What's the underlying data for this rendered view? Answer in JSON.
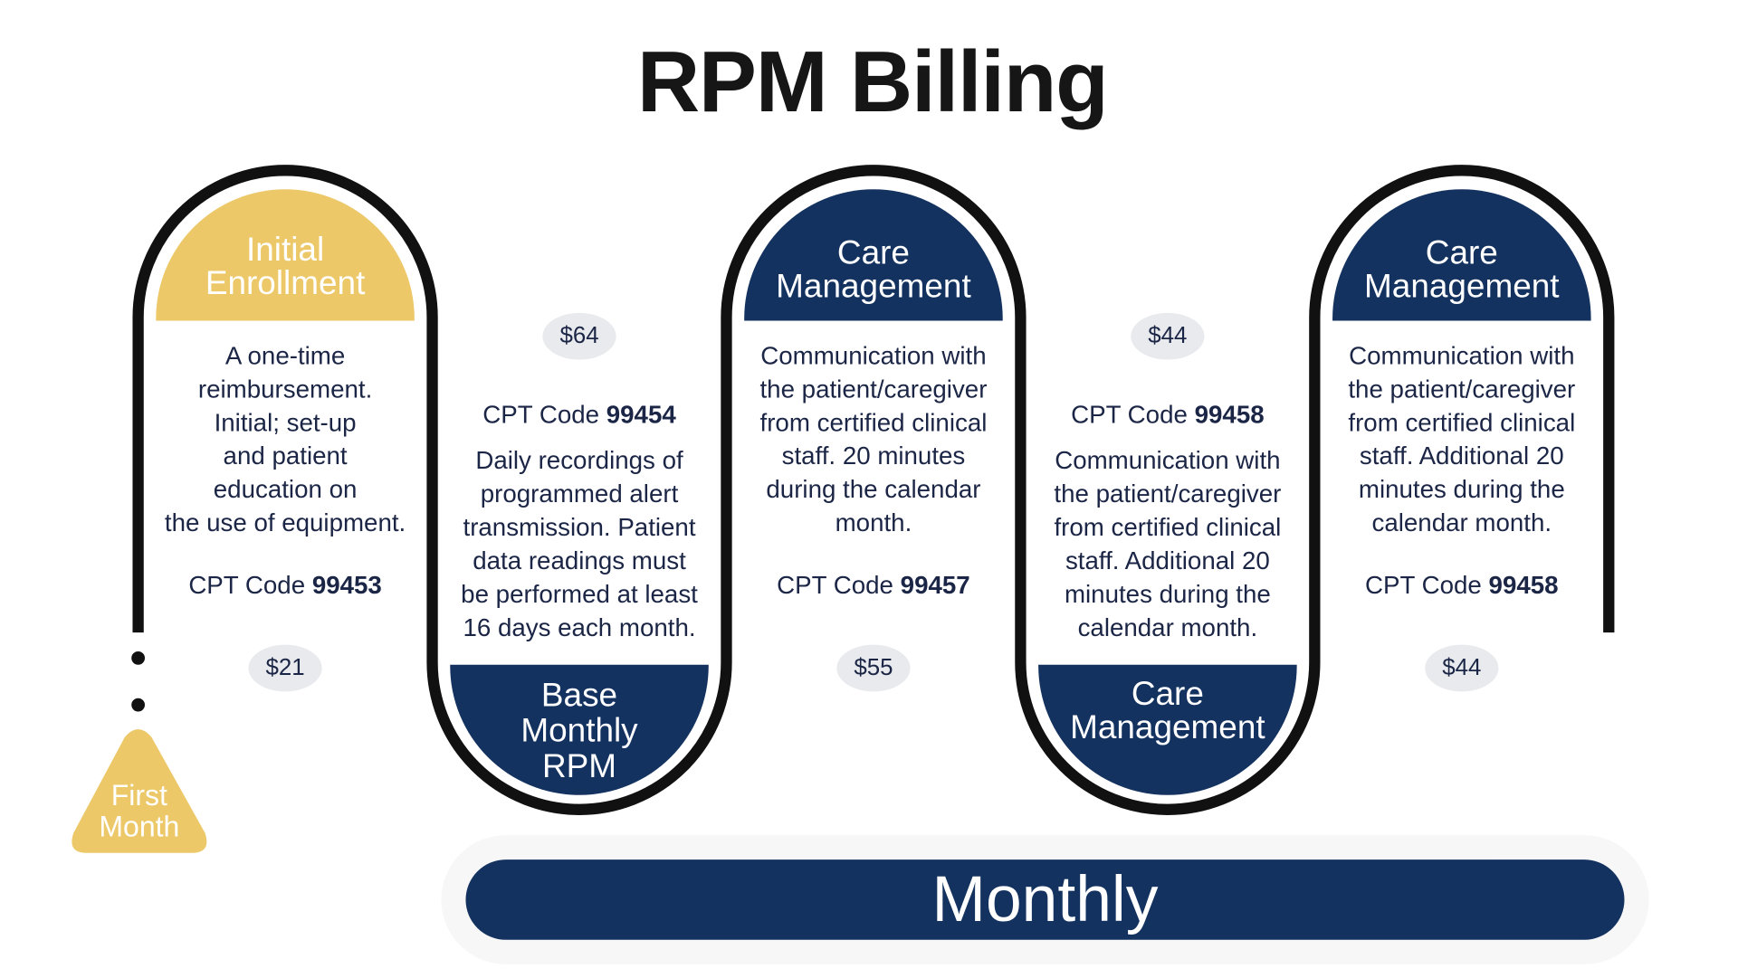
{
  "title": "RPM Billing",
  "colors": {
    "navy": "#13325f",
    "gold": "#ecc869",
    "outline": "#111111",
    "pill": "#e8eaed"
  },
  "first_month": {
    "line1": "First",
    "line2": "Month"
  },
  "monthly_label": "Monthly",
  "steps": [
    {
      "cap": [
        "Initial",
        "Enrollment"
      ],
      "body": [
        "A one-time",
        "reimbursement.",
        "Initial; set-up",
        "and patient",
        "education on",
        "the use of equipment."
      ],
      "cpt_prefix": "CPT Code",
      "cpt_code": "99453",
      "price": "$21"
    },
    {
      "cap": [
        "Base",
        "Monthly",
        "RPM"
      ],
      "body": [
        "Daily recordings of",
        "programmed alert",
        "transmission. Patient",
        "data readings must",
        "be performed at least",
        "16 days each month."
      ],
      "cpt_prefix": "CPT Code",
      "cpt_code": "99454",
      "price": "$64"
    },
    {
      "cap": [
        "Care",
        "Management"
      ],
      "body": [
        "Communication with",
        "the patient/caregiver",
        "from certified clinical",
        "staff. 20 minutes",
        "during the calendar",
        "month."
      ],
      "cpt_prefix": "CPT Code",
      "cpt_code": "99457",
      "price": "$55"
    },
    {
      "cap": [
        "Care",
        "Management"
      ],
      "body": [
        "Communication with",
        "the patient/caregiver",
        "from certified clinical",
        "staff. Additional 20",
        "minutes during the",
        "calendar month."
      ],
      "cpt_prefix": "CPT Code",
      "cpt_code": "99458",
      "price": "$44"
    },
    {
      "cap": [
        "Care",
        "Management"
      ],
      "body": [
        "Communication with",
        "the patient/caregiver",
        "from certified clinical",
        "staff. Additional 20",
        "minutes during the",
        "calendar month."
      ],
      "cpt_prefix": "CPT Code",
      "cpt_code": "99458",
      "price": "$44"
    }
  ]
}
